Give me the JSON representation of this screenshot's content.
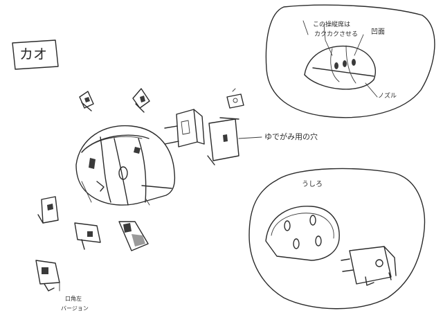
{
  "sheet": {
    "title": "カオ",
    "bubble_top": {
      "note_line1": "この操縦席は",
      "note_line2": "カクカクさせる",
      "note_dent": "凹面",
      "note_nozzle": "ノズル"
    },
    "bubble_bottom": {
      "label": "うしろ"
    },
    "main_note": "ゆでがみ用の穴",
    "bottom_note_line1": "口角左",
    "bottom_note_line2": "バージョン"
  }
}
